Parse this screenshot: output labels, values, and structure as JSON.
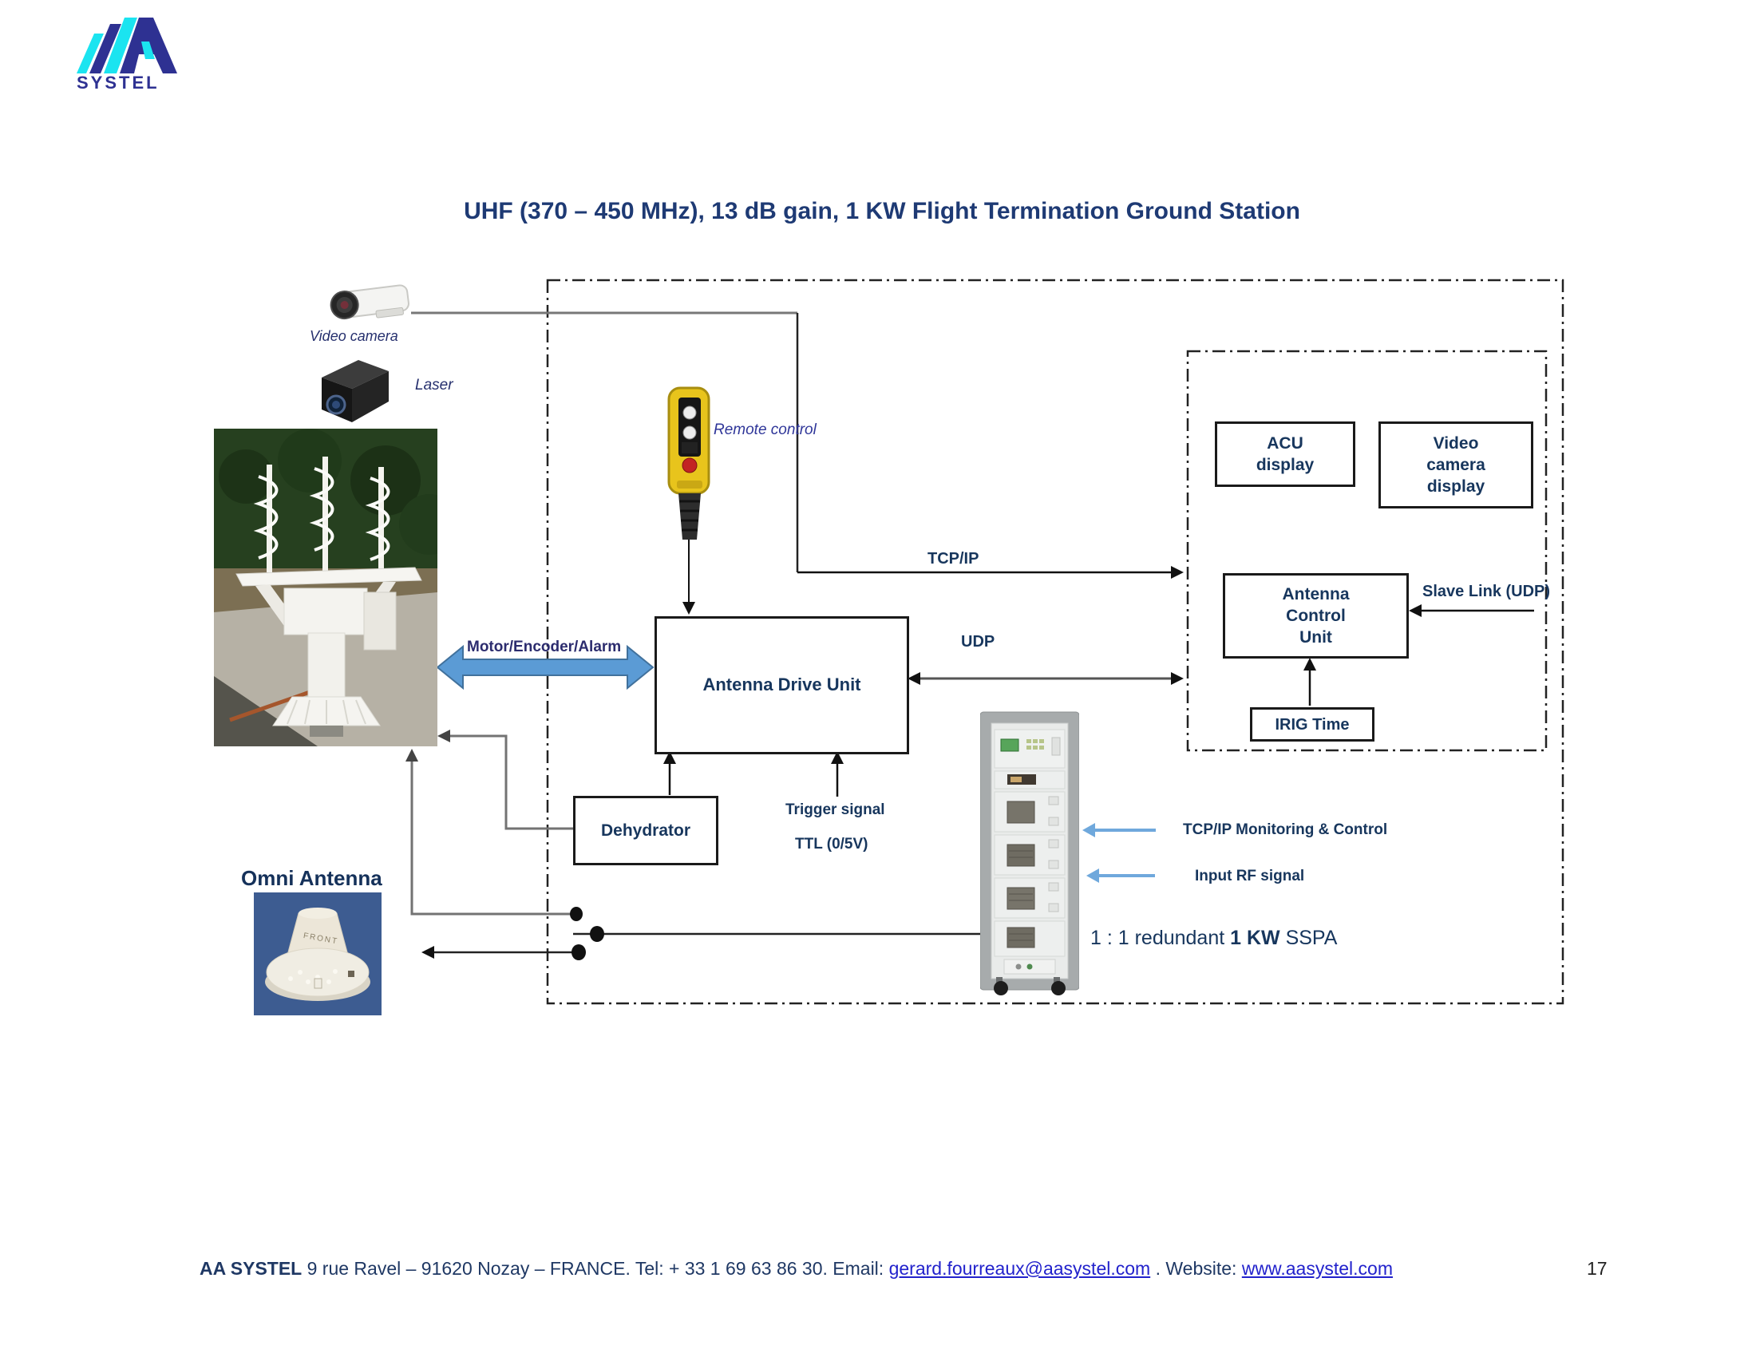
{
  "logo": {
    "text": "SYSTEL"
  },
  "title": "UHF (370 – 450 MHz), 13 dB gain, 1 KW Flight Termination Ground Station",
  "colors": {
    "title_navy": "#1e3a74",
    "label_navy": "#17365d",
    "logo_cyan": "#1be4f0",
    "logo_navy": "#2e3192",
    "link_blue": "#2222cc",
    "motor_arrow_blue": "#5b9bd5",
    "signal_arrow_blue": "#6fa8dc"
  },
  "diagram": {
    "labels": {
      "video_camera": "Video camera",
      "laser": "Laser",
      "remote_control": "Remote control",
      "tcp_ip": "TCP/IP",
      "udp": "UDP",
      "slave_link": "Slave Link (UDP)",
      "motor_encoder_alarm": "Motor/Encoder/Alarm",
      "trigger_signal": "Trigger signal",
      "ttl": "TTL (0/5V)",
      "tcpip_monitoring": "TCP/IP Monitoring & Control",
      "input_rf": "Input RF signal",
      "sspa_prefix": "1 : 1 redundant ",
      "sspa_bold": "1 KW",
      "sspa_suffix": " SSPA",
      "omni_antenna": "Omni Antenna",
      "front_marking": "FRONT"
    },
    "boxes": {
      "acu_display": "ACU\ndisplay",
      "video_camera_display": "Video\ncamera\ndisplay",
      "antenna_control_unit": "Antenna\nControl\nUnit",
      "irig_time": "IRIG Time",
      "antenna_drive_unit": "Antenna Drive Unit",
      "dehydrator": "Dehydrator"
    }
  },
  "footer": {
    "company": "AA SYSTEL",
    "address_contact": " 9 rue Ravel – 91620 Nozay – FRANCE.  Tel: + 33 1 69 63 86 30. Email: ",
    "email": "gerard.fourreaux@aasystel.com",
    "between": " .  Website: ",
    "website": "www.aasystel.com",
    "page_number": "17"
  }
}
